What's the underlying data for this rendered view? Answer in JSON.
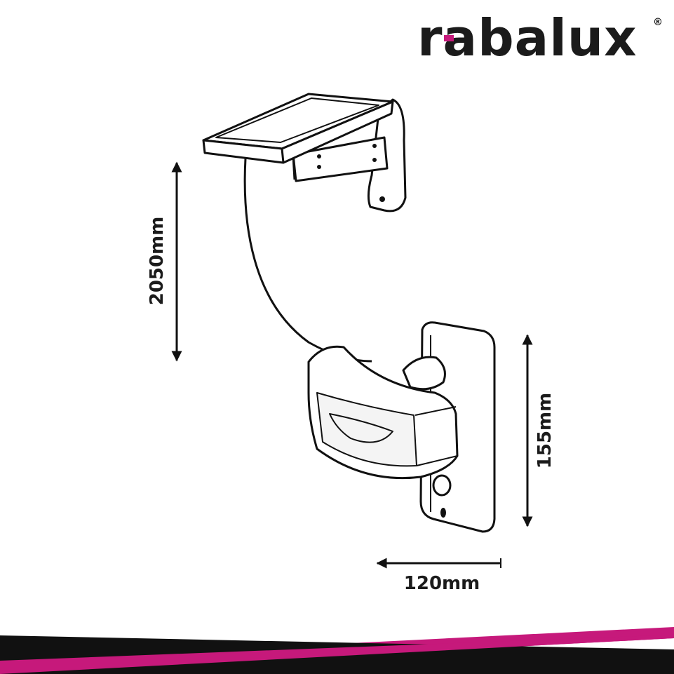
{
  "brand": {
    "name": "rabalux",
    "registered_mark": "®",
    "accent_color": "#c6197b",
    "text_color": "#1b1b1b"
  },
  "dimensions": {
    "cable_length": "2050mm",
    "lamp_height": "155mm",
    "lamp_depth": "120mm"
  },
  "footer_stripes": {
    "colors": [
      "#c6197b",
      "#111111"
    ]
  }
}
